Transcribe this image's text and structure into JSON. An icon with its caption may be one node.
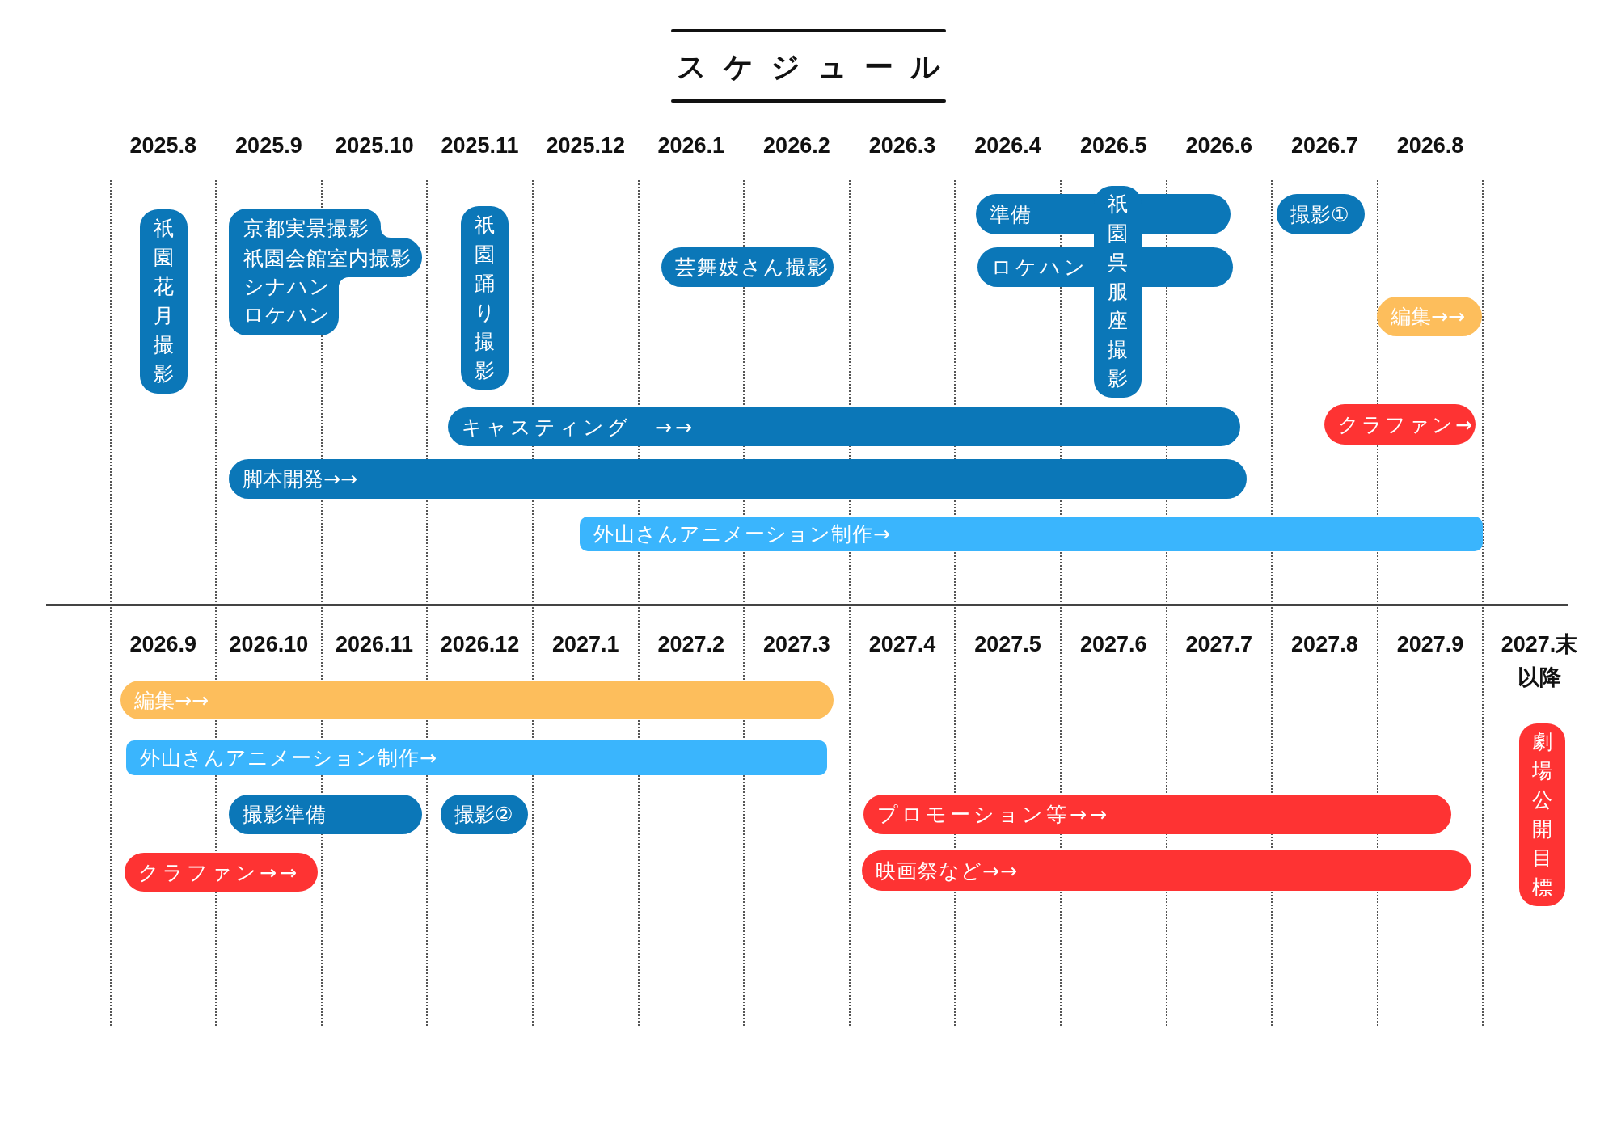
{
  "diagram": {
    "title": "スケジュール",
    "nodes": [
      {
        "text": [
          "祇園花月撮影"
        ]
      },
      {
        "text": [
          "京都実景撮影",
          "祇園会館室内撮影",
          "シナハン",
          "ロケハン"
        ]
      },
      {
        "text": [
          "祇園踊り撮影"
        ]
      },
      {
        "text": [
          "芸舞妓さん撮影"
        ]
      },
      {
        "text": [
          "準備"
        ]
      },
      {
        "text": [
          "ロケハン"
        ]
      },
      {
        "text": [
          "祇園呉服座撮影"
        ]
      },
      {
        "text": [
          "撮影①"
        ]
      },
      {
        "text": [
          "編集→→"
        ]
      },
      {
        "text": [
          "キャスティング　→→"
        ]
      },
      {
        "text": [
          "クラファン→"
        ]
      },
      {
        "text": [
          "脚本開発→→"
        ]
      },
      {
        "text": [
          "外山さんアニメーション制作→"
        ]
      },
      {
        "text": [
          "編集→→"
        ]
      },
      {
        "text": [
          "外山さんアニメーション制作→"
        ]
      },
      {
        "text": [
          "撮影準備"
        ]
      },
      {
        "text": [
          "撮影②"
        ]
      },
      {
        "text": [
          "プロモーション等→→"
        ]
      },
      {
        "text": [
          "クラファン→→"
        ]
      },
      {
        "text": [
          "映画祭など→→"
        ]
      },
      {
        "text": [
          "劇場公開目標"
        ]
      }
    ],
    "labels": [
      "2025.8",
      "2025.9",
      "2025.10",
      "2025.11",
      "2025.12",
      "2026.1",
      "2026.2",
      "2026.3",
      "2026.4",
      "2026.5",
      "2026.6",
      "2026.7",
      "2026.8",
      "2026.9",
      "2026.10",
      "2026.11",
      "2026.12",
      "2027.1",
      "2027.2",
      "2027.3",
      "2027.4",
      "2027.5",
      "2027.6",
      "2027.7",
      "2027.8",
      "2027.9",
      "2027.末以降"
    ]
  }
}
